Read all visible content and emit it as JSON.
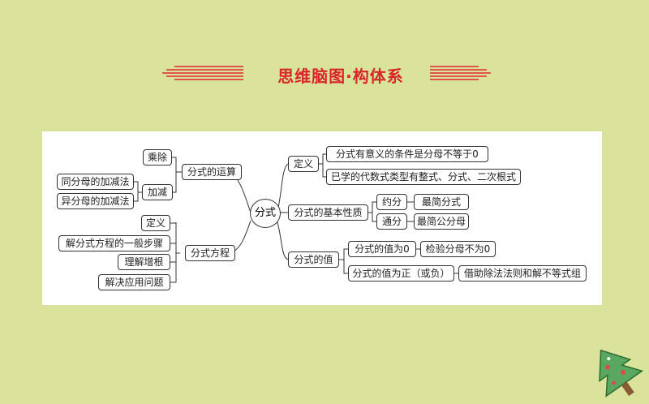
{
  "banner": {
    "title": "思维脑图·构体系"
  },
  "center": "分式",
  "left": {
    "ops": {
      "label": "分式的运算",
      "mul": "乘除",
      "add": "加减",
      "same": "同分母的加减法",
      "diff": "异分母的加减法"
    },
    "eq": {
      "label": "分式方程",
      "items": [
        "定义",
        "解分式方程的一般步骤",
        "理解增根",
        "解决应用问题"
      ]
    }
  },
  "right": {
    "def": {
      "label": "定义",
      "items": [
        "分式有意义的条件是分母不等于0",
        "已学的代数式类型有整式、分式、二次根式"
      ]
    },
    "basic": {
      "label": "分式的基本性质",
      "yuefen": "约分",
      "simplest": "最简分式",
      "tongfen": "通分",
      "lcd": "最简公分母"
    },
    "value": {
      "label": "分式的值",
      "zero": "分式的值为0",
      "check": "检验分母不为0",
      "pos": "分式的值为正（或负）",
      "method": "借助除法法则和解不等式组"
    }
  },
  "colors": {
    "background": "#d9e39a",
    "title": "#d8262a",
    "panel": "#ffffff",
    "line": "#333333"
  }
}
